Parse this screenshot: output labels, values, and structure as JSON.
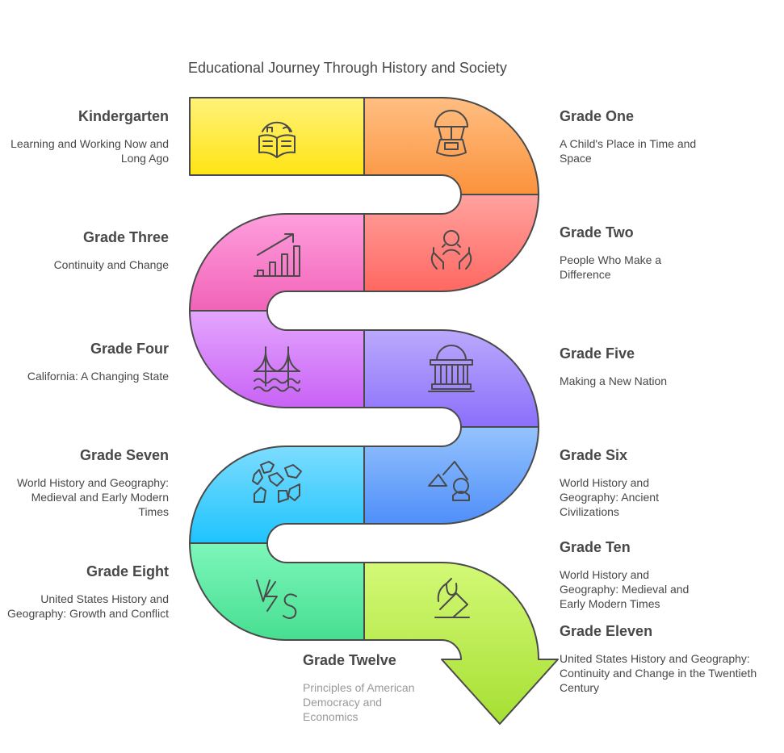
{
  "title": "Educational Journey Through History and Society",
  "steps": [
    {
      "grade": "Kindergarten",
      "desc": "Learning and Working Now and Long Ago",
      "icon": "globe-book-icon",
      "color_top": "#fff27a",
      "color_bottom": "#ffe414"
    },
    {
      "grade": "Grade One",
      "desc": "A Child's Place in Time and Space",
      "icon": "parachute-icon",
      "color_top": "#ffbe82",
      "color_bottom": "#fb923c"
    },
    {
      "grade": "Grade Two",
      "desc": "People Who Make a Difference",
      "icon": "person-hands-icon",
      "color_top": "#ffa29e",
      "color_bottom": "#ff6862"
    },
    {
      "grade": "Grade Three",
      "desc": "Continuity and Change",
      "icon": "growth-chart-icon",
      "color_top": "#ff9fdd",
      "color_bottom": "#f163b8"
    },
    {
      "grade": "Grade Four",
      "desc": "California: A Changing State",
      "icon": "bridge-icon",
      "color_top": "#e4a6fd",
      "color_bottom": "#c962f6"
    },
    {
      "grade": "Grade Five",
      "desc": "Making a New Nation",
      "icon": "capitol-icon",
      "color_top": "#baa9fc",
      "color_bottom": "#8b6ffb"
    },
    {
      "grade": "Grade Six",
      "desc": "World History and Geography: Ancient Civilizations",
      "icon": "pyramid-person-icon",
      "color_top": "#95c3fd",
      "color_bottom": "#4f8ff9"
    },
    {
      "grade": "Grade Seven",
      "desc": "World History and Geography: Medieval and Early Modern Times",
      "icon": "stones-icon",
      "color_top": "#7ddcfe",
      "color_bottom": "#1ec4fd"
    },
    {
      "grade": "Grade Eight",
      "desc": "United States History and Geography: Growth and Conflict",
      "icon": "versus-icon",
      "color_top": "#7cf7b9",
      "color_bottom": "#47de91"
    },
    {
      "grade": "Grade Ten",
      "desc": "World History and Geography: Medieval and Early Modern Times",
      "icon": "ballot-icon",
      "color_top": "#d3f976",
      "color_bottom": "#a6df33"
    },
    {
      "grade": "Grade Eleven",
      "desc": "United States History and Geography: Continuity and Change in the Twentieth Century"
    },
    {
      "grade": "Grade Twelve",
      "desc": "Principles of American Democracy and Economics"
    }
  ]
}
